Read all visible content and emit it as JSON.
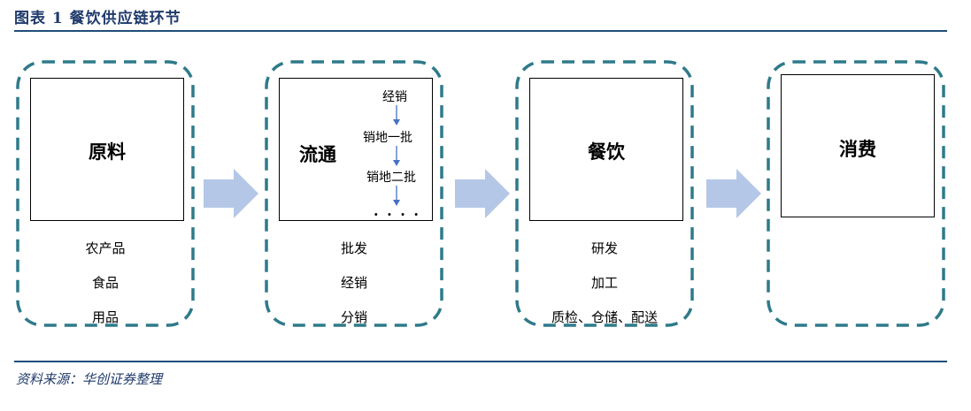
{
  "figure": {
    "title": "图表 1    餐饮供应链环节",
    "source": "资料来源：华创证券整理"
  },
  "colors": {
    "dashed_border": "#2e7a8a",
    "arrow_fill": "#b4c7e7",
    "chain_arrow": "#4472c4",
    "rule": "#1f4e79"
  },
  "stages": [
    {
      "label": "原料",
      "items": [
        "农产品",
        "食品",
        "用品"
      ]
    },
    {
      "label": "流通",
      "items": [
        "批发",
        "经销",
        "分销"
      ],
      "chain": [
        "经销",
        "销地一批",
        "销地二批",
        ". . . ."
      ]
    },
    {
      "label": "餐饮",
      "items": [
        "研发",
        "加工",
        "质检、仓储、配送"
      ]
    },
    {
      "label": "消费",
      "items": []
    }
  ]
}
